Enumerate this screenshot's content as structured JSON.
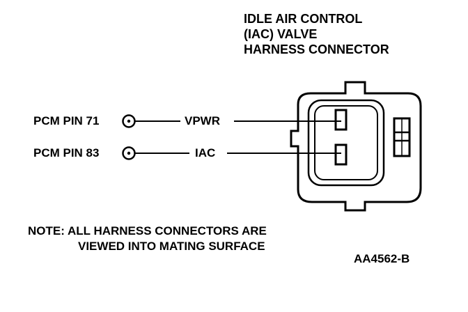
{
  "title": {
    "line1": "IDLE AIR CONTROL",
    "line2": "(IAC) VALVE",
    "line3": "HARNESS CONNECTOR"
  },
  "circuits": [
    {
      "pin": "PCM PIN 71",
      "signal": "VPWR"
    },
    {
      "pin": "PCM PIN 83",
      "signal": "IAC"
    }
  ],
  "note": {
    "line1": "NOTE: ALL HARNESS CONNECTORS ARE",
    "line2": "VIEWED INTO MATING SURFACE"
  },
  "figure_code": "AA4562-B",
  "colors": {
    "ink": "#000000",
    "background": "#ffffff"
  }
}
